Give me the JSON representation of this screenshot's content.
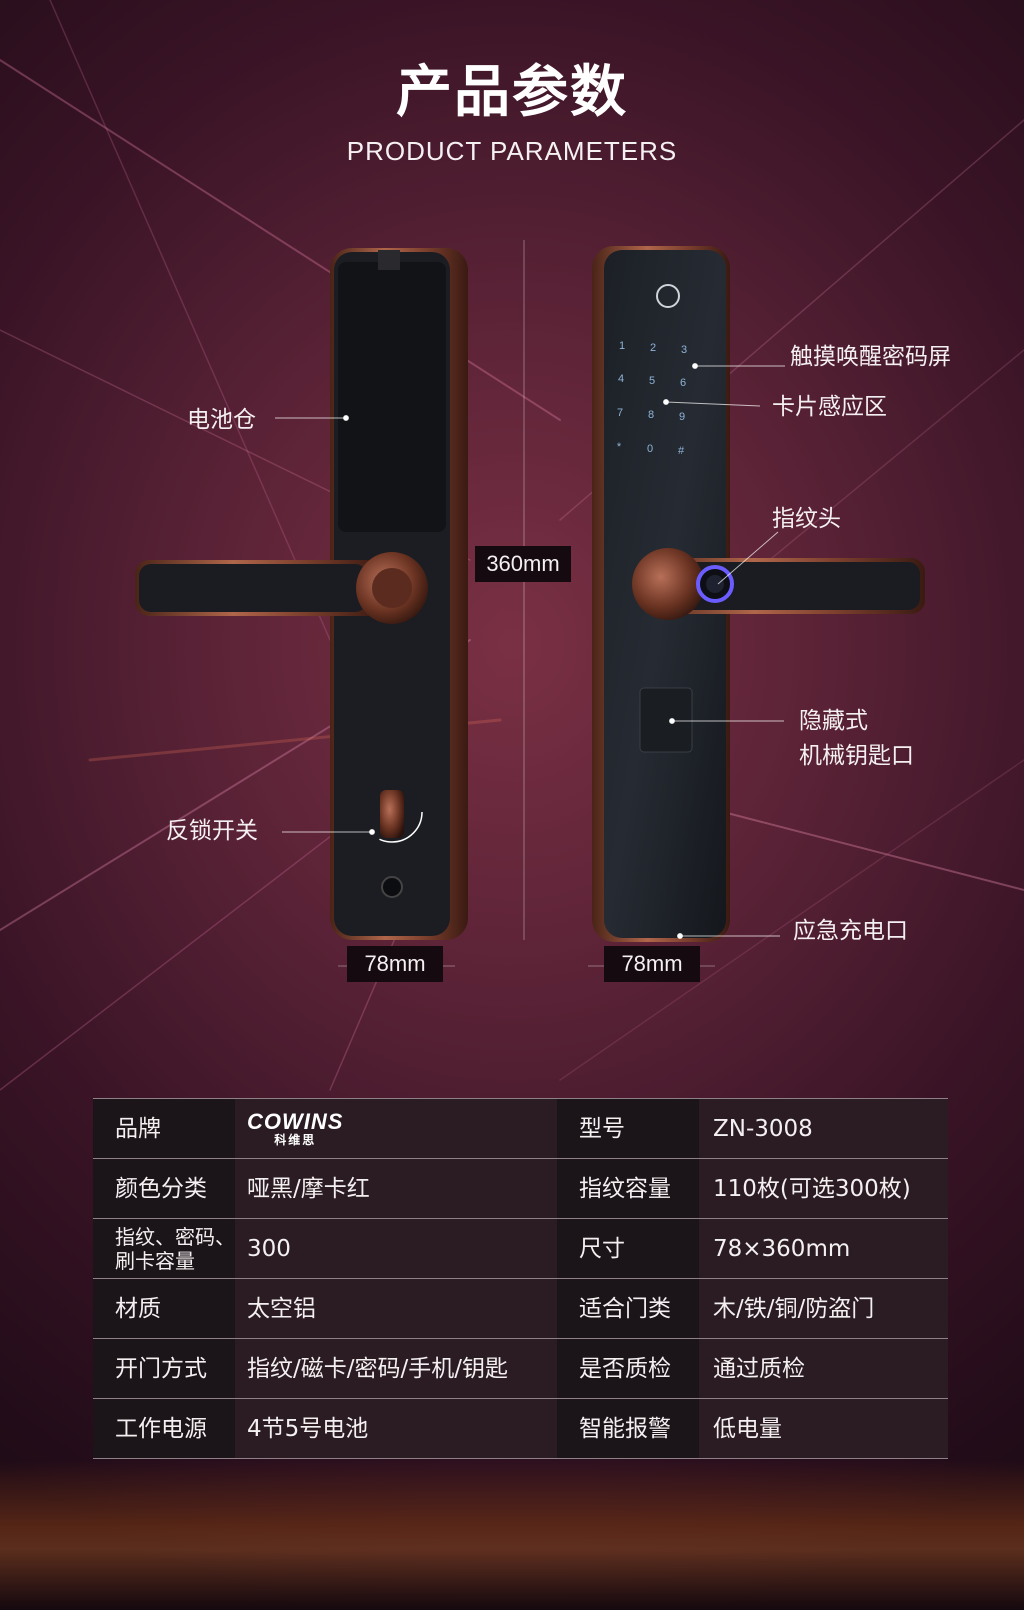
{
  "header": {
    "title_cn": "产品参数",
    "title_en": "PRODUCT PARAMETERS"
  },
  "labels": {
    "battery": "电池仓",
    "touch_screen": "触摸唤醒密码屏",
    "card_area": "卡片感应区",
    "fingerprint": "指纹头",
    "hidden_key_1": "隐藏式",
    "hidden_key_2": "机械钥匙口",
    "anti_lock": "反锁开关",
    "emergency": "应急充电口"
  },
  "dimensions": {
    "height": "360mm",
    "width_left": "78mm",
    "width_right": "78mm"
  },
  "keypad": [
    "1",
    "2",
    "3",
    "4",
    "5",
    "6",
    "7",
    "8",
    "9",
    "*",
    "0",
    "#"
  ],
  "logo": {
    "en": "COWINS",
    "cn": "科维思"
  },
  "params": [
    {
      "k1": "品牌",
      "v1": "",
      "k2": "型号",
      "v2": "ZN-3008"
    },
    {
      "k1": "颜色分类",
      "v1": "哑黑/摩卡红",
      "k2": "指纹容量",
      "v2": "110枚(可选300枚)"
    },
    {
      "k1": "指纹、密码、刷卡容量",
      "v1": "300",
      "k2": "尺寸",
      "v2": "78×360mm"
    },
    {
      "k1": "材质",
      "v1": "太空铝",
      "k2": "适合门类",
      "v2": "木/铁/铜/防盗门"
    },
    {
      "k1": "开门方式",
      "v1": "指纹/磁卡/密码/手机/钥匙",
      "k2": "是否质检",
      "v2": "通过质检"
    },
    {
      "k1": "工作电源",
      "v1": "4节5号电池",
      "k2": "智能报警",
      "v2": "低电量"
    }
  ]
}
